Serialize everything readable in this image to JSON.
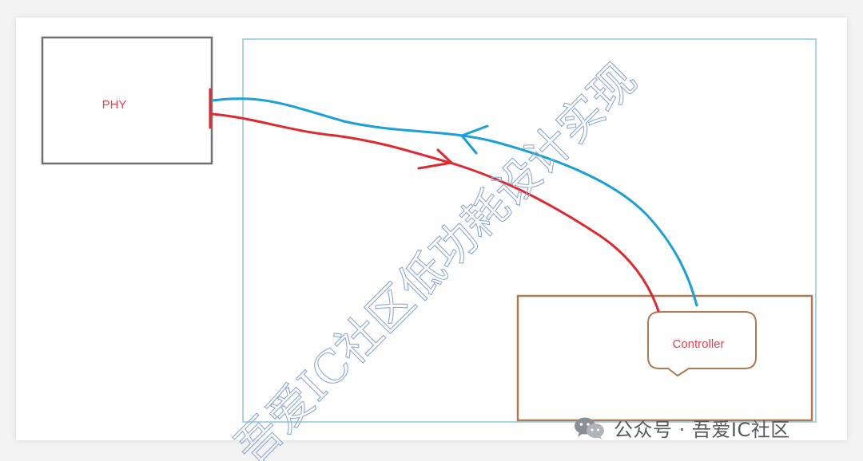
{
  "diagram": {
    "phy_label": "PHY",
    "controller_label": "Controller",
    "watermark": "吾爱IC社区低功耗设计实现",
    "colors": {
      "phy_border": "#707070",
      "region_border": "#a8d6e6",
      "controller_box_border": "#b07a50",
      "label_text": "#e8404f",
      "tx_arrow": "#e0282f",
      "rx_arrow": "#1aa0d8",
      "watermark": "#8fa9d0"
    }
  },
  "footer": {
    "brand_text": "公众号 · 吾爱IC社区",
    "icon": "wechat-icon"
  }
}
